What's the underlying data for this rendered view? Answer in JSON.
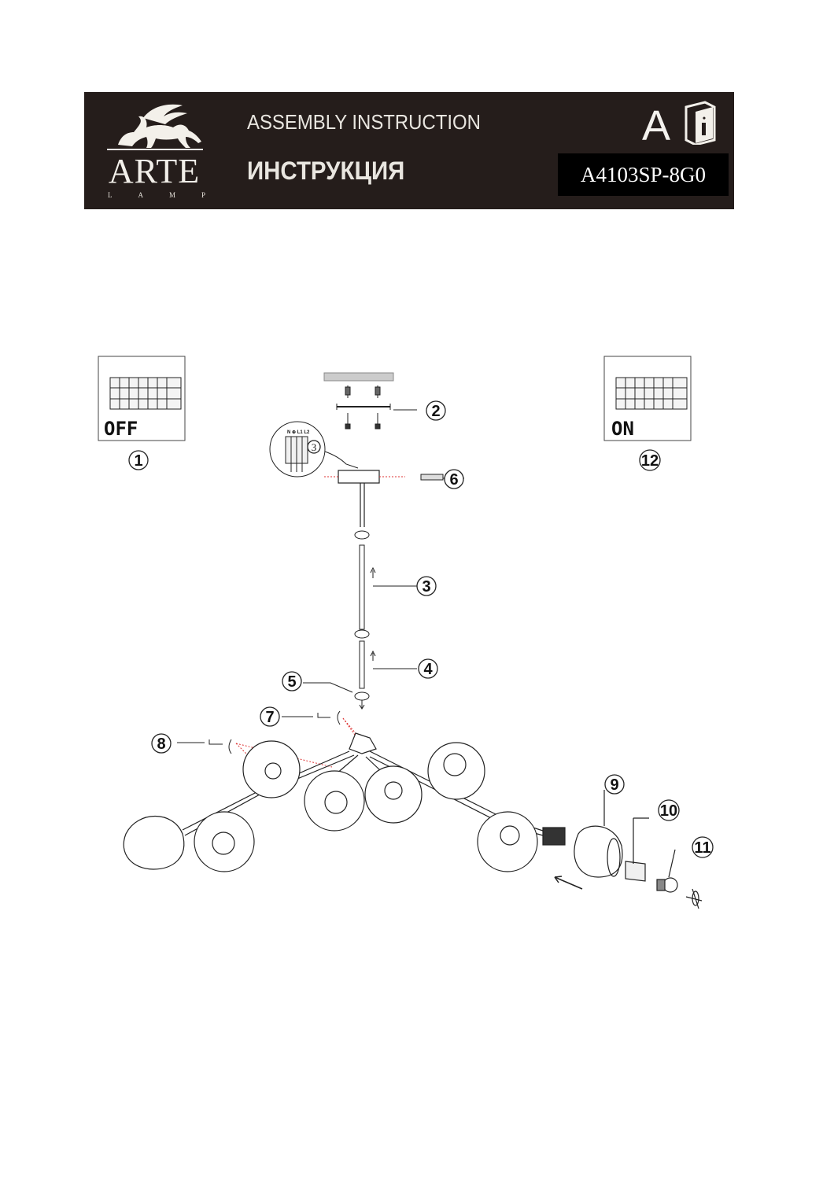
{
  "header": {
    "brand": "ARTE",
    "brand_sub": [
      "L",
      "A",
      "M",
      "P"
    ],
    "title_en": "ASSEMBLY INSTRUCTION",
    "title_ru": "ИНСТРУКЦИЯ",
    "class_letter": "A",
    "model": "A4103SP-8G0"
  },
  "switches": {
    "off_label": "OFF",
    "on_label": "ON",
    "off_step": "1",
    "on_step": "12"
  },
  "wiring_inset": {
    "terminal_labels": "N ⊕ L1 L2",
    "step": "3"
  },
  "steps": [
    "2",
    "6",
    "3",
    "4",
    "5",
    "7",
    "8",
    "9",
    "10",
    "11"
  ],
  "icons": [
    "lion-logo-icon",
    "info-book-icon",
    "arrow-icon",
    "screw-icon"
  ]
}
